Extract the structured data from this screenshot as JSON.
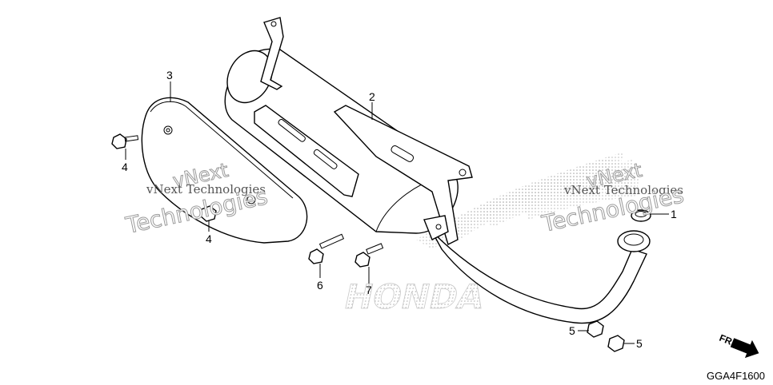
{
  "callouts": {
    "c1": "1",
    "c2": "2",
    "c3": "3",
    "c4a": "4",
    "c4b": "4",
    "c5a": "5",
    "c5b": "5",
    "c6": "6",
    "c7": "7"
  },
  "watermarks": {
    "left_line1": "vNext",
    "left_line2": "vNext Technologies",
    "left_line3": "Technologies",
    "right_line1": "vNext",
    "right_line2": "vNext Technologies",
    "right_line3": "Technologies",
    "brand": "HONDA"
  },
  "direction": {
    "label": "FR."
  },
  "diagram_code": "GGA4F1600"
}
